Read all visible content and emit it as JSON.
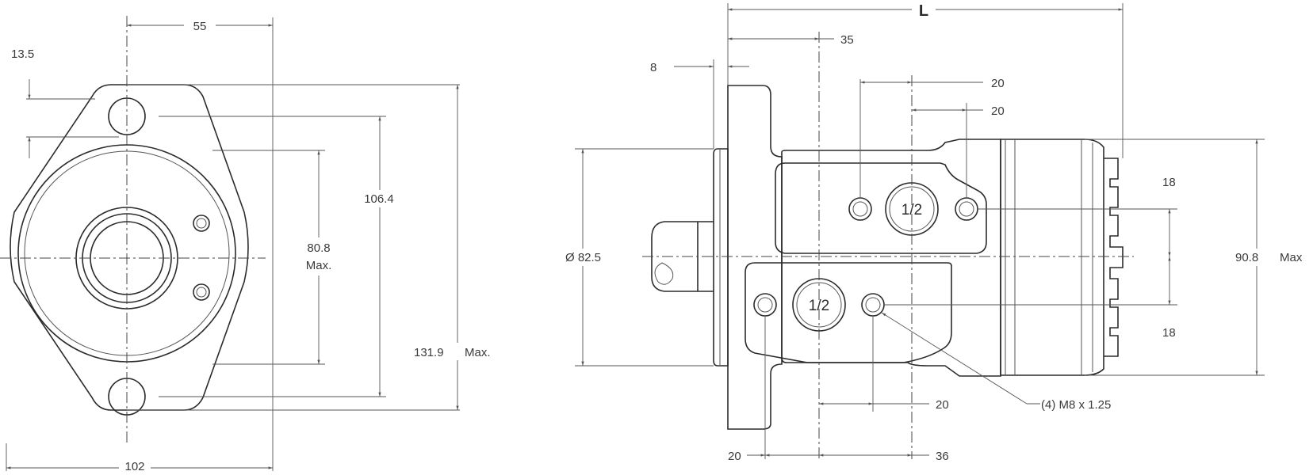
{
  "front_view": {
    "dim_55": "55",
    "dim_13_5": "13.5",
    "dim_106_4": "106.4",
    "dim_80_8": "80.8",
    "dim_80_8_max": "Max.",
    "dim_131_9": "131.9",
    "dim_131_9_max": "Max.",
    "dim_102": "102"
  },
  "side_view": {
    "dim_L": "L",
    "dim_35": "35",
    "dim_8": "8",
    "dim_20_top1": "20",
    "dim_20_top2": "20",
    "dim_18_top": "18",
    "dim_18_bottom": "18",
    "dim_dia_82_5": "Ø 82.5",
    "dim_90_8": "90.8",
    "dim_90_8_max": "Max",
    "port_upper": "1/2",
    "port_lower": "1/2",
    "dim_20_mid": "20",
    "callout_thread": "(4) M8 x 1.25",
    "dim_20_bottom": "20",
    "dim_36": "36"
  }
}
